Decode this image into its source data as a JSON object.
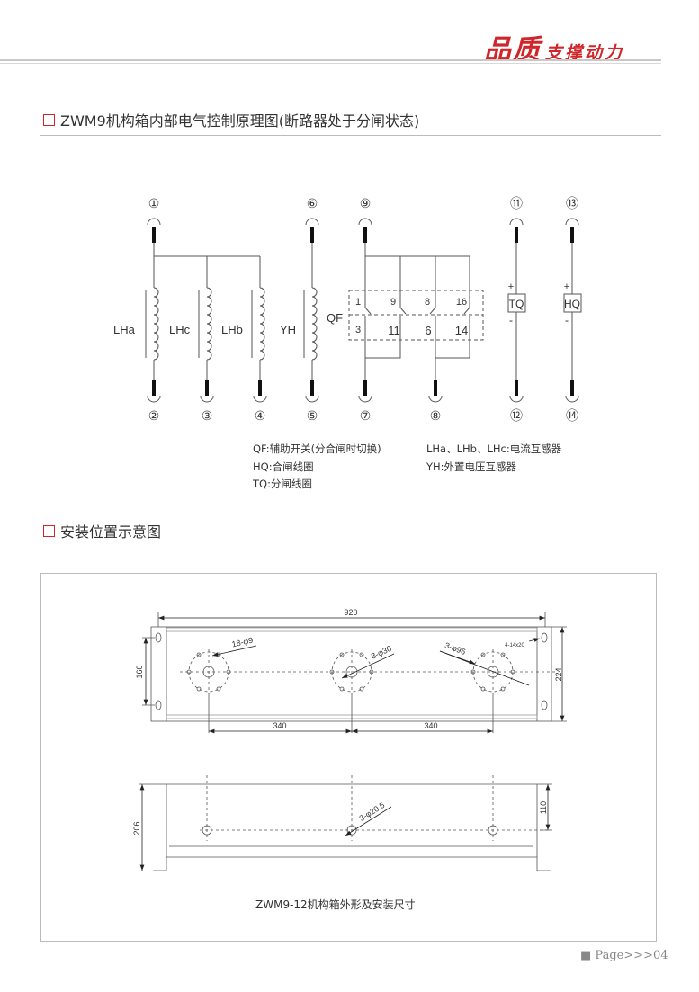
{
  "header": {
    "brand_big": "品质",
    "brand_small": "支撑动力"
  },
  "section1": {
    "title": "ZWM9机构箱内部电气控制原理图(断路器处于分闸状态)"
  },
  "circuit": {
    "top_terminals": [
      "①",
      "⑥",
      "⑨",
      "⑪",
      "⑬"
    ],
    "bottom_terminals": [
      "②",
      "③",
      "④",
      "⑤",
      "⑦",
      "⑧",
      "⑫",
      "⑭"
    ],
    "coil_labels": [
      "LHa",
      "LHc",
      "LHb",
      "YH"
    ],
    "qf_label": "QF",
    "qf_top_contacts": [
      "1",
      "9",
      "8",
      "16"
    ],
    "qf_bottom_contacts": [
      "3",
      "11",
      "6",
      "14"
    ],
    "tq_label": "TQ",
    "hq_label": "HQ",
    "plus": "+",
    "minus": "-"
  },
  "notes": {
    "left": [
      "QF:辅助开关(分合闸时切换)",
      "HQ:合闸线圈",
      "TQ:分闸线圈"
    ],
    "right": [
      "LHa、LHb、LHc:电流互感器",
      "YH:外置电压互感器"
    ]
  },
  "section2": {
    "title": "安装位置示意图"
  },
  "drawing": {
    "width_dim": "920",
    "spacing_dims": [
      "340",
      "340"
    ],
    "left_dim": "160",
    "right_dim": "224",
    "hole_labels": [
      "18-φ9",
      "3-φ30",
      "3-φ96",
      "4-14x20"
    ],
    "side_height": "206",
    "side_hole_height": "110",
    "side_hole_label": "3-φ20.5",
    "caption": "ZWM9-12机构箱外形及安装尺寸"
  },
  "footer": {
    "page": "■ Page>>>04"
  },
  "colors": {
    "brand": "#d0262a"
  }
}
